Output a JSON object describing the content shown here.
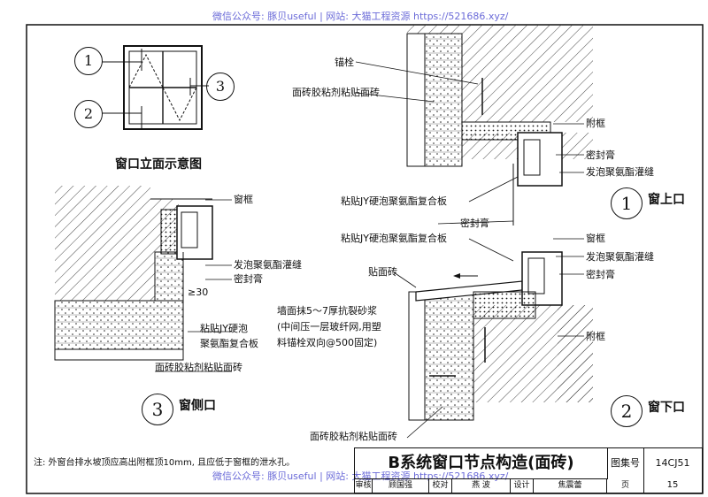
{
  "watermark_top": "微信公众号: 豚贝useful | 网站: 大猫工程资源 https://521686.xyz/",
  "watermark_bottom": "微信公众号: 豚贝useful | 网站: 大猫工程资源 https://521686.xyz/",
  "elevation": {
    "title": "窗口立面示意图",
    "markers": [
      "1",
      "2",
      "3"
    ]
  },
  "detail_side": {
    "number": "3",
    "title": "窗侧口",
    "dimension": "≥30",
    "labels": {
      "frame": "窗框",
      "foam": "发泡聚氨酯灌缝",
      "sealant": "密封膏",
      "board_line1": "粘贴JY硬泡",
      "board_line2": "聚氨酯复合板",
      "tile_adhesive": "面砖胶粘剂粘贴面砖"
    }
  },
  "detail_top": {
    "number": "1",
    "title": "窗上口",
    "labels": {
      "anchor": "锚栓",
      "tile_adhesive": "面砖胶粘剂粘贴面砖",
      "subframe": "附框",
      "sealant": "密封膏",
      "foam": "发泡聚氨酯灌缝",
      "board": "粘贴JY硬泡聚氨酯复合板",
      "sealant2": "密封膏"
    }
  },
  "detail_bottom": {
    "number": "2",
    "title": "窗下口",
    "labels": {
      "board": "粘贴JY硬泡聚氨酯复合板",
      "frame": "窗框",
      "foam": "发泡聚氨酯灌缝",
      "sealant": "密封膏",
      "tile": "贴面砖",
      "mortar_line1": "墙面抹5～7厚抗裂砂浆",
      "mortar_line2": "(中间压一层玻纤网,用塑",
      "mortar_line3": "料锚栓双向@500固定)",
      "subframe": "附框",
      "tile_adhesive": "面砖胶粘剂粘贴面砖"
    }
  },
  "note": "注: 外窗台排水坡顶应高出附框顶10mm, 且应低于窗框的泄水孔。",
  "title_block": {
    "title": "B系统窗口节点构造(面砖)",
    "atlas_label": "图集号",
    "atlas_no": "14CJ51",
    "review": "审核",
    "reviewer": "顾国强",
    "check": "校对",
    "checker": "燕 波",
    "design": "设计",
    "designer": "焦震蕾",
    "page_label": "页",
    "page_no": "15"
  }
}
